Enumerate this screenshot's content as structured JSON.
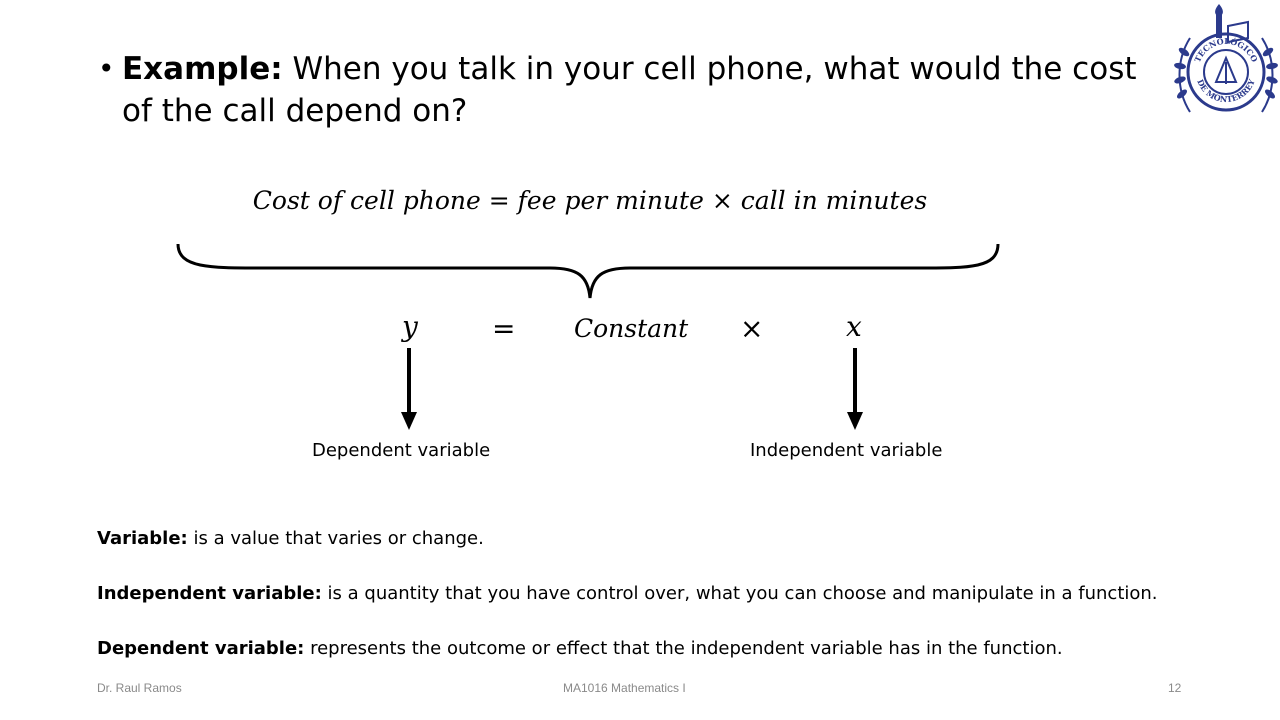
{
  "title": {
    "bold": "Example:",
    "text": " When you talk in your cell phone, what would the cost of the call depend on?"
  },
  "equation": "Cost of cell phone = fee per minute × call in minutes",
  "formula": {
    "y": "y",
    "equals": "=",
    "constant": "Constant",
    "times": "×",
    "x": "x"
  },
  "labels": {
    "dependent": "Dependent variable",
    "independent": "Independent variable"
  },
  "definitions": [
    {
      "term": "Variable:",
      "text": " is a value that varies or change."
    },
    {
      "term": "Independent variable:",
      "text": " is a quantity that you have control over, what you can choose and manipulate in a function."
    },
    {
      "term": "Dependent variable:",
      "text": " represents the outcome or effect that the independent variable has in the function."
    }
  ],
  "footer": {
    "author": "Dr. Raul Ramos",
    "course": "MA1016 Mathematics I",
    "page": "12"
  },
  "logo": {
    "text_top": "TECNOLÓGICO",
    "text_bottom": "DE MONTERREY",
    "color": "#2b3a8c"
  }
}
